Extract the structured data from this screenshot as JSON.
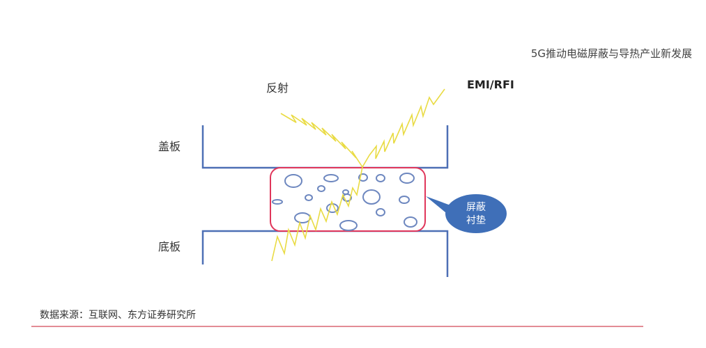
{
  "header": {
    "title": "5G推动电磁屏蔽与导热产业新发展"
  },
  "diagram": {
    "labels": {
      "reflection": "反射",
      "emi": "EMI/RFI",
      "cover_plate": "盖板",
      "base_plate": "底板",
      "gasket_line1": "屏蔽",
      "gasket_line2": "衬垫"
    }
  },
  "footer": {
    "source": "数据来源：互联网、东方证券研究所"
  },
  "colors": {
    "plate": "#4d6fb5",
    "gasket_border": "#e0365a",
    "bubble": "#6d87bf",
    "wave": "#e9db43",
    "callout_fill": "#3f6fb8",
    "footer_rule": "#e38c95"
  }
}
